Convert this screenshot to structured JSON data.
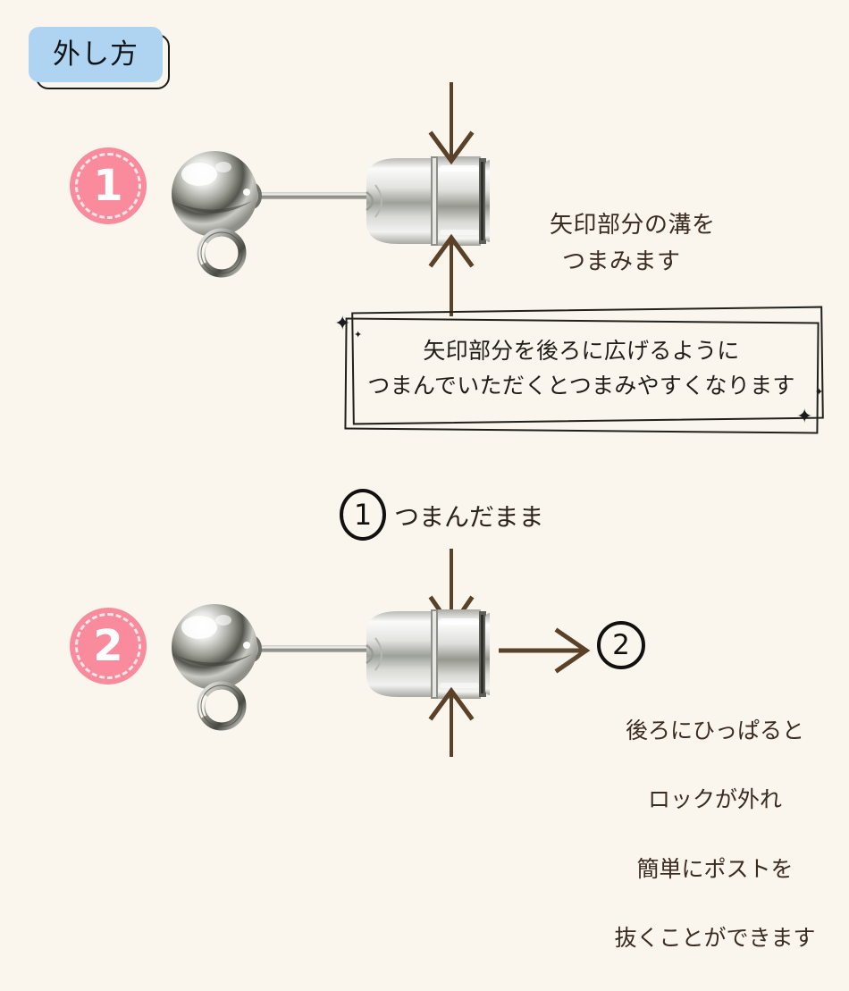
{
  "background_color": "#faf6ee",
  "accent_colors": {
    "badge_blue": "#aed4f2",
    "step_pink": "#f98b9c",
    "arrow_brown": "#5a4127",
    "text_brown": "#3b2b20",
    "outline_black": "#13110f"
  },
  "header": {
    "title": "外し方"
  },
  "steps": [
    {
      "number": "1",
      "badge_name": "step-badge-1",
      "instruction_line1": "矢印部分の溝を",
      "instruction_line2": "つまみます",
      "arrows": [
        "arrow-down-to-groove",
        "arrow-up-to-groove"
      ]
    },
    {
      "number": "2",
      "badge_name": "step-badge-2",
      "arrows": [
        "arrow-down-to-groove",
        "arrow-up-to-groove",
        "arrow-right-pull"
      ]
    }
  ],
  "callout": {
    "line1": "矢印部分を後ろに広げるように",
    "line2": "つまんでいただくとつまみやすくなります",
    "sparkle_glyph": "✦"
  },
  "middle_annotation": {
    "circle_number": "1",
    "label": "つまんだまま"
  },
  "bottom_annotation": {
    "circle_number": "2",
    "line1": "後ろにひっぱると",
    "line2": "ロックが外れ",
    "line3": "簡単にポストを",
    "line4": "抜くことができます"
  },
  "product": {
    "name": "ball-stud-earring-with-locking-back",
    "parts": [
      "ball-head",
      "jump-ring",
      "post",
      "locking-earring-back"
    ]
  }
}
